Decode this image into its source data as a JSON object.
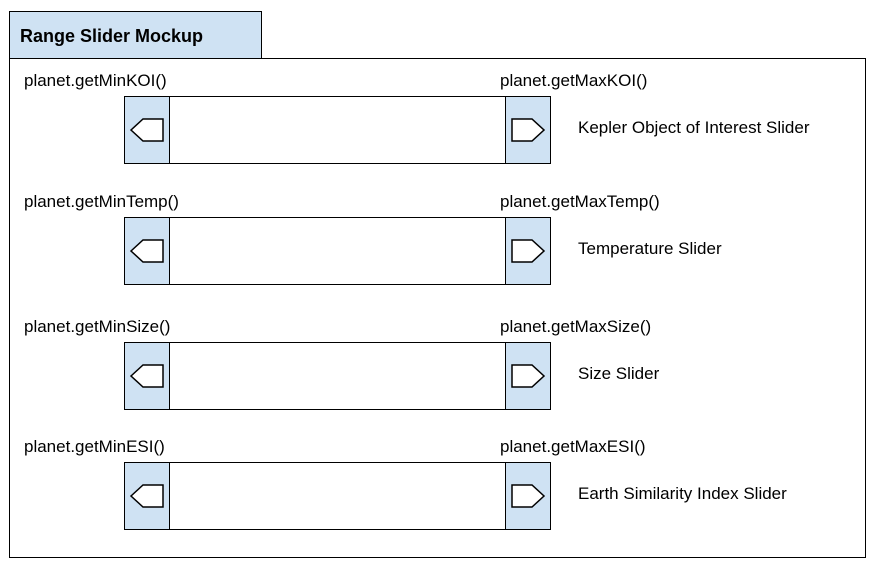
{
  "title": "Range Slider Mockup",
  "sliders": [
    {
      "min_label": "planet.getMinKOI()",
      "max_label": "planet.getMaxKOI()",
      "name": "Kepler Object of Interest Slider"
    },
    {
      "min_label": "planet.getMinTemp()",
      "max_label": "planet.getMaxTemp()",
      "name": "Temperature Slider"
    },
    {
      "min_label": "planet.getMinSize()",
      "max_label": "planet.getMaxSize()",
      "name": "Size Slider"
    },
    {
      "min_label": "planet.getMinESI()",
      "max_label": "planet.getMaxESI()",
      "name": "Earth Similarity Index Slider"
    }
  ],
  "colors": {
    "handle_fill": "#cfe2f3",
    "title_fill": "#cfe2f3",
    "border": "#000000"
  },
  "icons": {
    "left_handle": "arrow-left-icon",
    "right_handle": "arrow-right-icon"
  }
}
